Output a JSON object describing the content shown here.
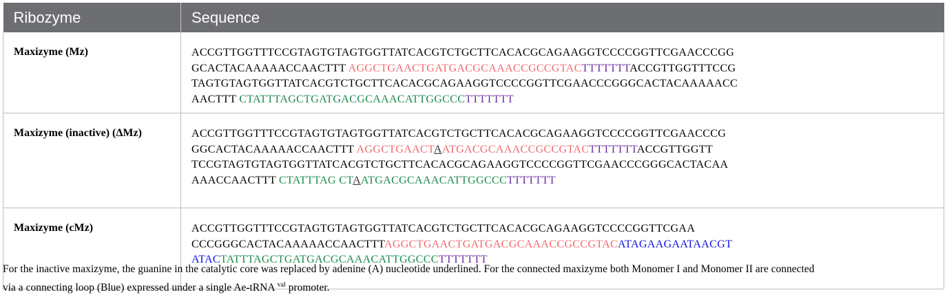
{
  "table": {
    "header": {
      "col1": "Ribozyme",
      "col2": "Sequence"
    },
    "colors": {
      "header_bg": "#6d6e71",
      "monomer1": "#f0686b",
      "polyT": "#6b2fa0",
      "monomer2": "#1a8a4a",
      "loop": "#1010e0"
    },
    "rows": [
      {
        "name": "Maxizyme (Mz)",
        "lines": [
          {
            "a": "ACCGTTGGTTTCCGTAGTGTAGTGGTTATCACGTCTGCTTCACACGCAGAAGGTCCCCGGTTCGAACCCGG"
          },
          {
            "a": "GCACTACAAAAACCAACTTT ",
            "b": "AGGCTGAACTGATGACGCAAACCGCCGTAC",
            "c": "TTTTTTT",
            "d": "ACCGTTGGTTTCCG"
          },
          {
            "a": "TAGTGTAGTGGTTATCACGTCTGCTTCACACGCAGAAGGTCCCCGGTTCGAACCCGGGCACTACAAAAACC"
          },
          {
            "a": "AACTTT ",
            "b": "CTATTTAGCTGATGACGCAAACATTGGCCC",
            "c": "TTTTTTT"
          }
        ]
      },
      {
        "name": "Maxizyme (inactive) (ΔMz)",
        "lines": [
          {
            "a": "ACCGTTGGTTTCCGTAGTGTAGTGGTTATCACGTCTGCTTCACACGCAGAAGGTCCCCGGTTCGAACCCG"
          },
          {
            "a": "GGCACTACAAAAACCAACTTT ",
            "b1": "AGGCTGAACT",
            "u": "A",
            "b2": "ATGACGCAAACCGCCGTAC",
            "c": "TTTTTTT",
            "d": "ACCGTTGGTT"
          },
          {
            "a": "TCCGTAGTGTAGTGGTTATCACGTCTGCTTCACACGCAGAAGGTCCCCGGTTCGAACCCGGGCACTACAA"
          },
          {
            "a": "AAACCAACTTT ",
            "b1": "CTATTTAG CT",
            "u": "A",
            "b2": "ATGACGCAAACATTGGCCC",
            "c": "TTTTTTT"
          }
        ]
      },
      {
        "name": "Maxizyme (cMz)",
        "lines": [
          {
            "a": "ACCGTTGGTTTCCGTAGTGTAGTGGTTATCACGTCTGCTTCACACGCAGAAGGTCCCCGGTTCGAA"
          },
          {
            "a": "CCCGGGCACTACAAAAACCAACTTT",
            "b": "AGGCTGAACTGATGACGCAAACCGCCGTAC",
            "e": "ATAGAAGAATAACGT"
          },
          {
            "e": "ATAC",
            "b": "TATTTAGCTGATGACGCAAACATTGGCCC",
            "c": "TTTTTTT"
          }
        ]
      }
    ]
  },
  "footnote": {
    "line1": "For the inactive maxizyme, the guanine in the catalytic core was replaced by adenine (A) nucleotide underlined. For the connected maxizyme both Monomer I and Monomer II are connected",
    "line2_pre": "via a connecting loop (Blue) expressed under a single Ae-tRNA ",
    "line2_sup": "val",
    "line2_post": " promoter."
  }
}
